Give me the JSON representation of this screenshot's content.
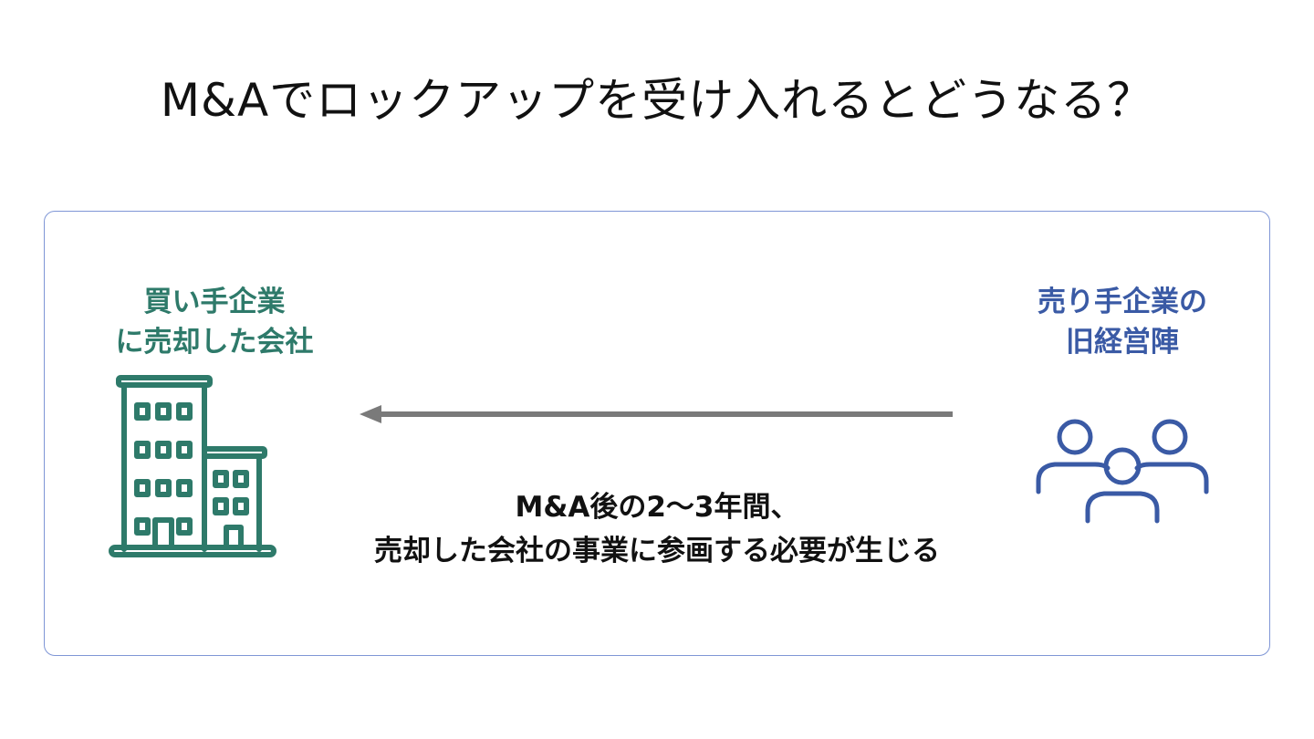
{
  "title": "M&Aでロックアップを受け入れるとどうなる？",
  "buyer": {
    "line1": "買い手企業",
    "line2": "に売却した会社",
    "icon": "building-icon",
    "color": "#2e7a6a"
  },
  "seller": {
    "line1": "売り手企業の",
    "line2": "旧経営陣",
    "icon": "people-icon",
    "color": "#3a5aa5"
  },
  "arrow": {
    "direction": "right-to-left",
    "color": "#7a7a7a"
  },
  "caption": {
    "line1": "M&A後の2〜3年間、",
    "line2": "売却した会社の事業に参画する必要が生じる"
  },
  "panel_border_color": "#7f96d6"
}
